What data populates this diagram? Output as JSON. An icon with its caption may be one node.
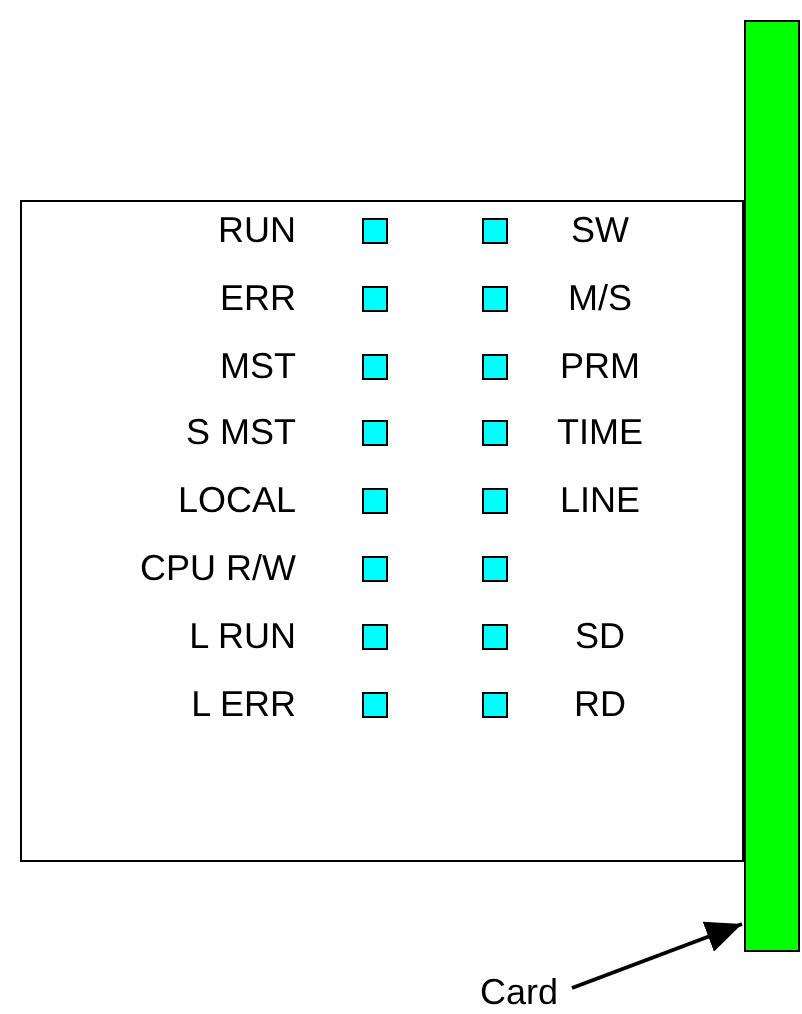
{
  "diagram": {
    "nodes": [
      {
        "text": [],
        "shape": "bar"
      },
      {
        "text": [
          "Card"
        ]
      }
    ],
    "edges": [
      {
        "from": 1,
        "to": 0,
        "arrow": "to"
      }
    ],
    "labels": [
      "RUN",
      "SW",
      "ERR",
      "M/S",
      "MST",
      "PRM",
      "S MST",
      "TIME",
      "LOCAL",
      "LINE",
      "CPU R/W",
      "L RUN",
      "SD",
      "L ERR",
      "RD"
    ]
  }
}
